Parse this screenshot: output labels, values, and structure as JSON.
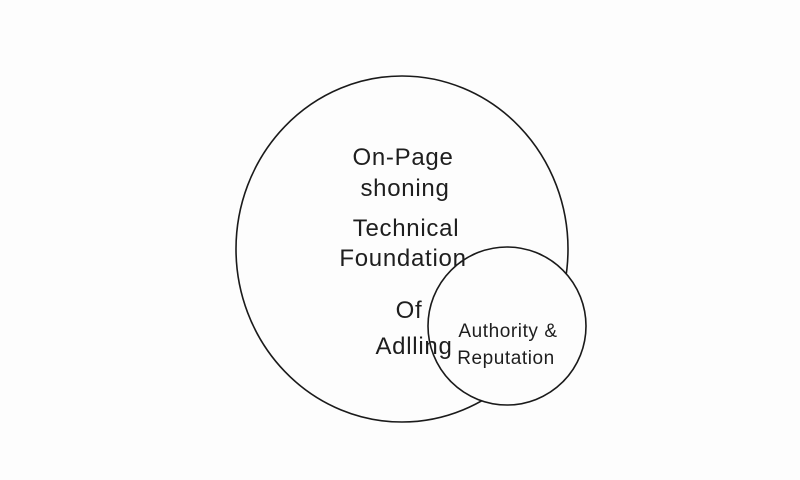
{
  "colors": {
    "background": "#fdfdfd",
    "stroke": "#1a1a1a",
    "text": "#1e1e1e"
  },
  "diagram": {
    "type": "venn",
    "large_circle": {
      "label_lines": [
        "On-Page",
        "shoning",
        "Technical",
        "Foundation",
        "Of",
        "Adlling"
      ]
    },
    "small_circle": {
      "label_lines": [
        "Authority &",
        "Reputation"
      ]
    }
  }
}
